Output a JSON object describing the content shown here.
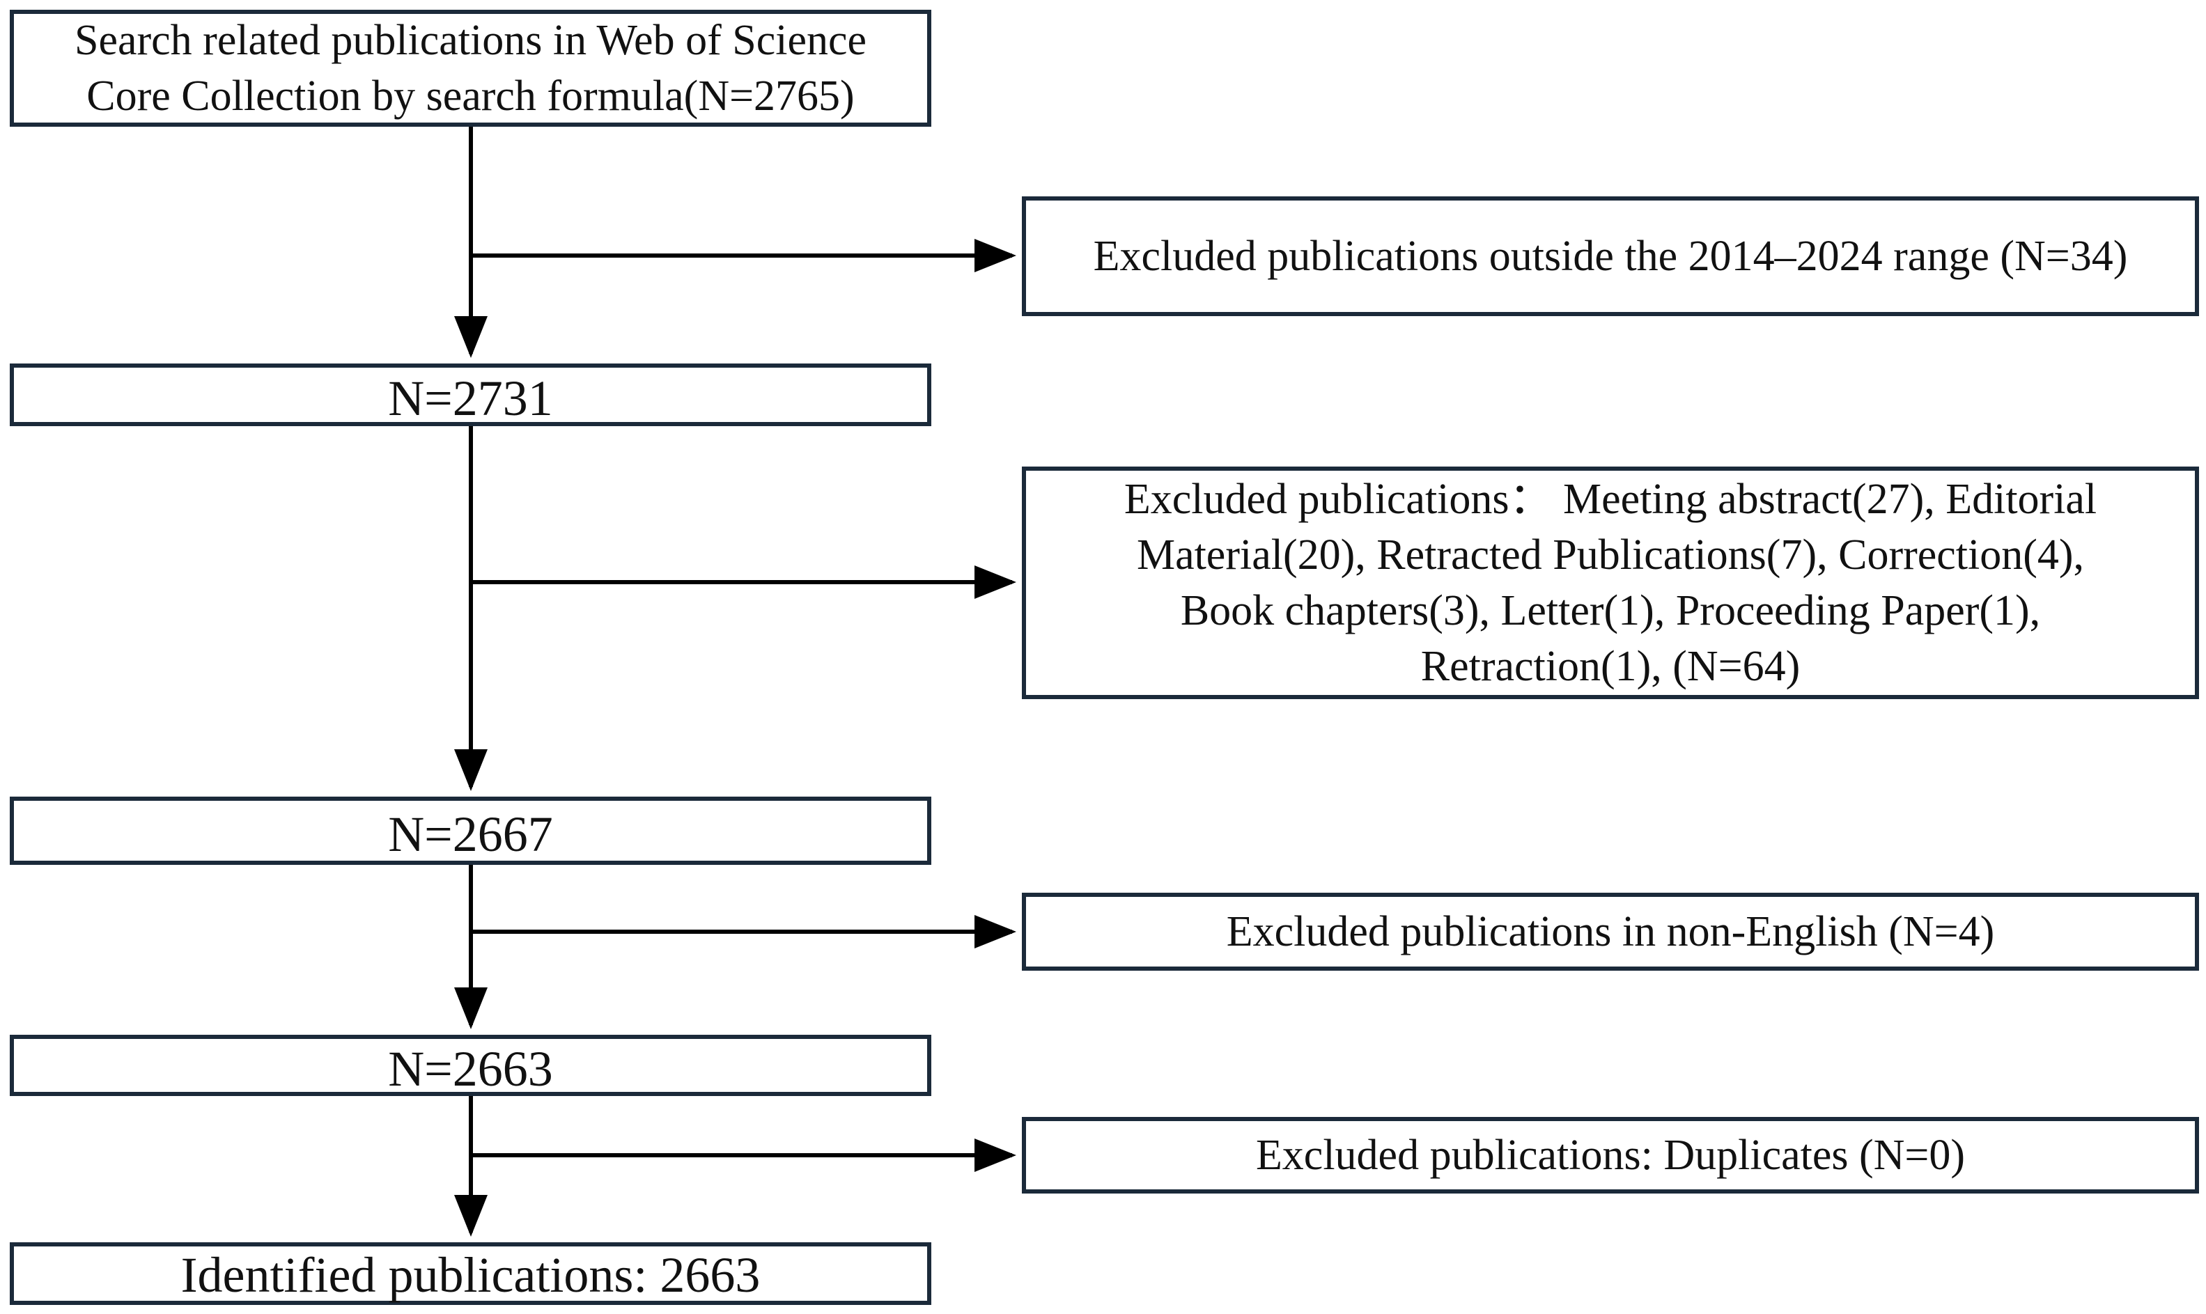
{
  "steps": {
    "search": {
      "line1": "Search related publications in Web of Science",
      "line2": "Core Collection by search formula(N=2765)"
    },
    "n_after_date": "N=2731",
    "n_after_type": "N=2667",
    "n_after_language": "N=2663",
    "identified": "Identified publications: 2663"
  },
  "exclusions": {
    "date_range": "Excluded publications outside the 2014–2024 range (N=34)",
    "document_type": {
      "line1": "Excluded publications： Meeting abstract(27), Editorial",
      "line2": "Material(20), Retracted Publications(7), Correction(4),",
      "line3": "Book chapters(3), Letter(1), Proceeding Paper(1),",
      "line4": "Retraction(1), (N=64)"
    },
    "language": "Excluded publications in non-English (N=4)",
    "duplicates": "Excluded publications: Duplicates (N=0)"
  },
  "colors": {
    "box_border": "#1b2a3a",
    "arrow": "#000000",
    "text": "#111111"
  }
}
